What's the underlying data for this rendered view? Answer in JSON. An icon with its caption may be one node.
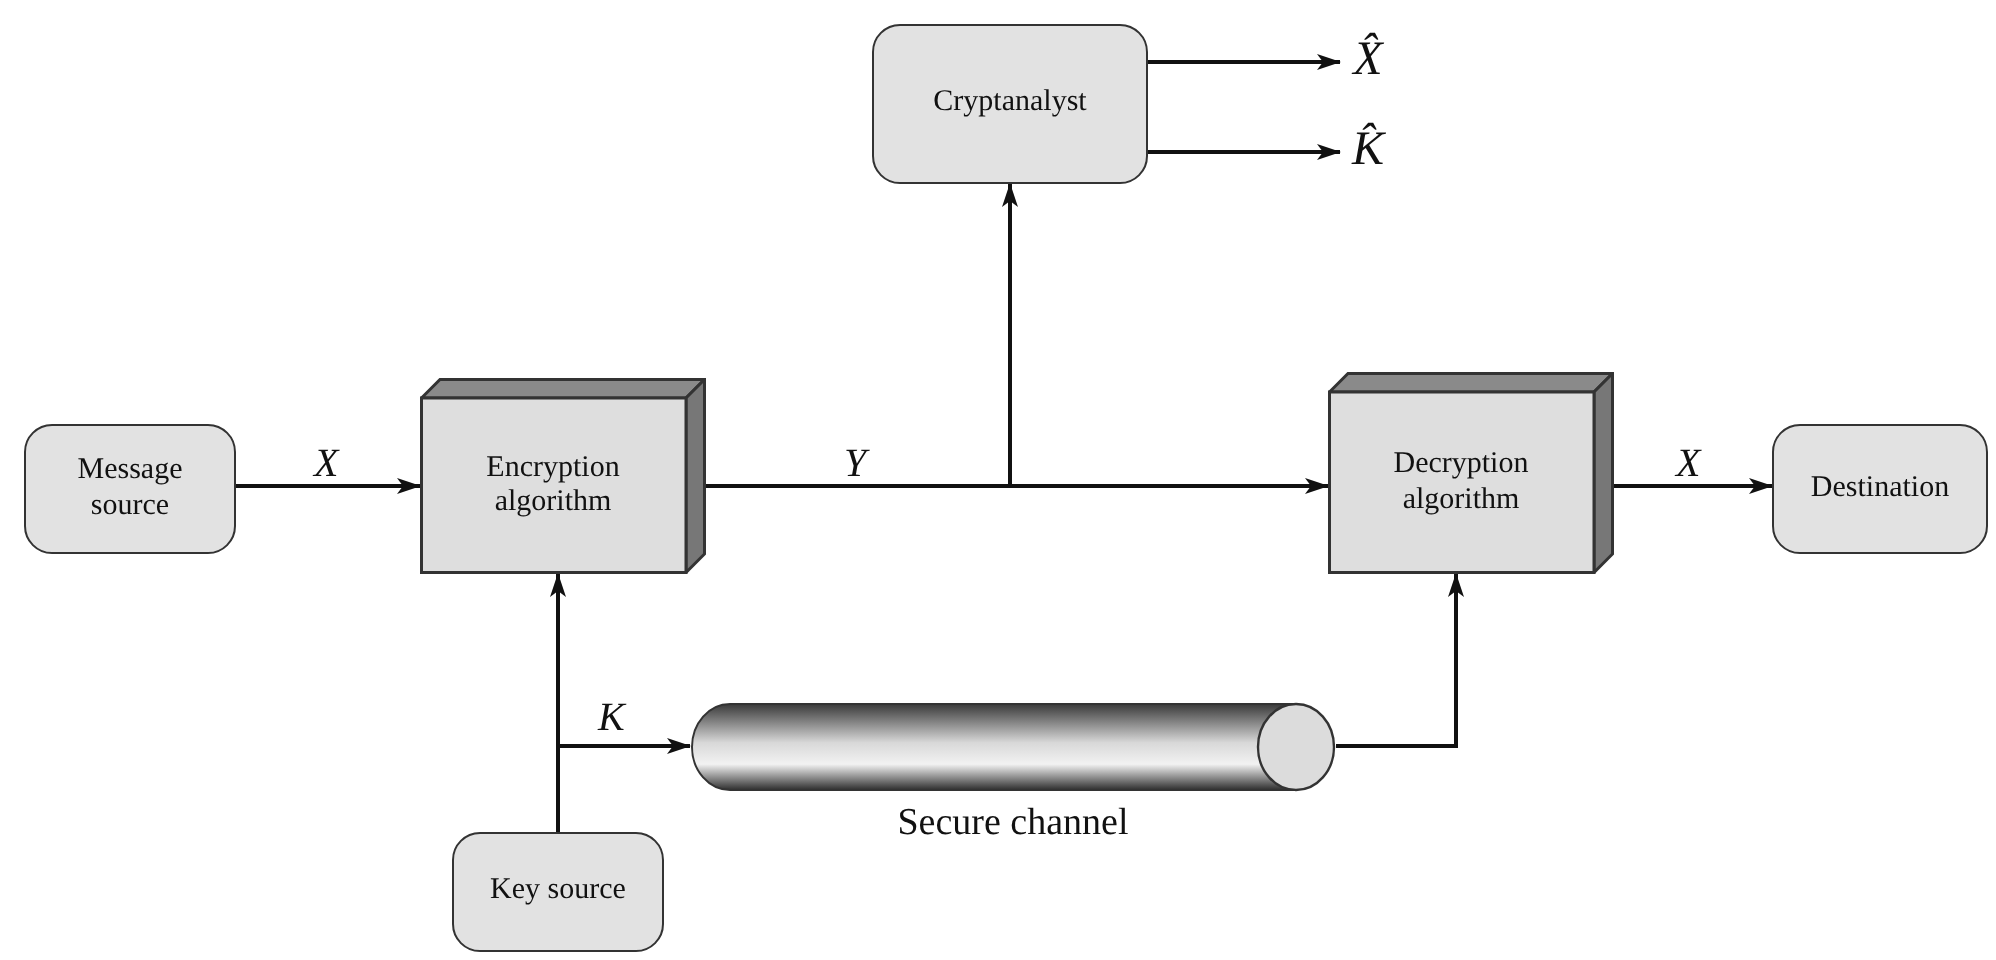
{
  "diagram": {
    "nodes": [
      {
        "text": [
          "Message source"
        ]
      },
      {
        "text": [
          "Encryption algorithm"
        ]
      },
      {
        "text": [
          "Cryptanalyst"
        ]
      },
      {
        "text": [
          "Decryption algorithm"
        ]
      },
      {
        "text": [
          "Destination"
        ]
      },
      {
        "text": [
          "Key source"
        ]
      },
      {
        "text": [
          "Secure channel"
        ]
      },
      {
        "text": [
          "X̂"
        ]
      },
      {
        "text": [
          "K̂"
        ]
      }
    ],
    "edges": [
      {
        "from": 0,
        "to": 1,
        "arrow": "to",
        "label": "X"
      },
      {
        "from": 1,
        "to": 3,
        "arrow": "to",
        "label": "Y"
      },
      {
        "from": 1,
        "to": 2,
        "arrow": "to"
      },
      {
        "from": 2,
        "to": 7,
        "arrow": "to"
      },
      {
        "from": 2,
        "to": 8,
        "arrow": "to"
      },
      {
        "from": 3,
        "to": 4,
        "arrow": "to",
        "label": "X"
      },
      {
        "from": 5,
        "to": 1,
        "arrow": "to"
      },
      {
        "from": 5,
        "to": 6,
        "arrow": "to",
        "label": "K"
      },
      {
        "from": 6,
        "to": 3,
        "arrow": "to"
      }
    ]
  }
}
